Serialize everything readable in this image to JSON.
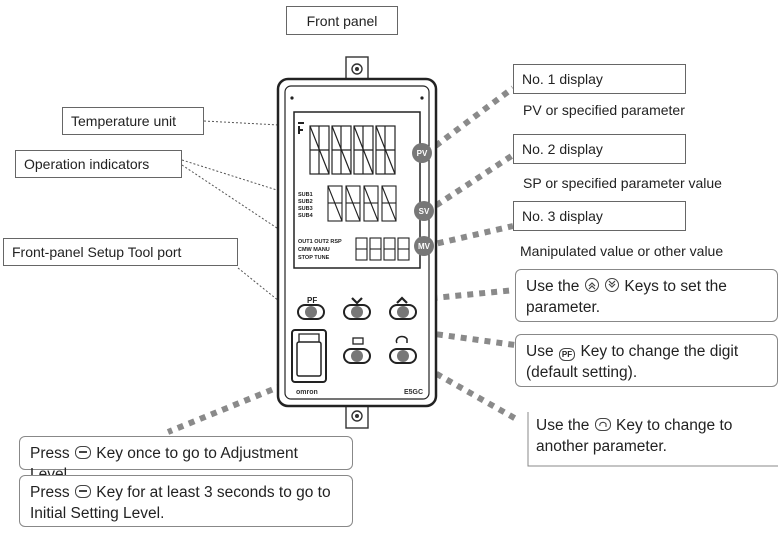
{
  "title": "Front panel",
  "callouts": {
    "no1": {
      "label": "No. 1 display",
      "desc": "PV or specified parameter"
    },
    "no2": {
      "label": "No. 2 display",
      "desc": "SP or specified parameter value"
    },
    "no3": {
      "label": "No. 3 display",
      "desc": "Manipulated value or other value"
    },
    "temp_unit": "Temperature unit",
    "op_indicators": "Operation indicators",
    "setup_port": "Front-panel Setup Tool port"
  },
  "notes": {
    "updown_a": "Use the",
    "updown_b": "Keys to set the parameter.",
    "pf_a": "Use",
    "pf_key": "PF",
    "pf_b": "Key to change the digit (default setting).",
    "mode_a": "Use the",
    "mode_b": "Key to change to another parameter.",
    "adj_a": "Press",
    "adj_b": "Key once to go to Adjustment Level.",
    "init_a": "Press",
    "init_b": "Key for at least 3 seconds to go to Initial Setting Level."
  },
  "device": {
    "label_pv": "PV",
    "label_sv": "SV",
    "label_mv": "MV",
    "sub_labels": [
      "SUB1",
      "SUB2",
      "SUB3",
      "SUB4"
    ],
    "status_row1": "OUT1 OUT2 RSP",
    "status_row2": "CMW MANU",
    "status_row3": "STOP TUNE",
    "brand": "omron",
    "model": "E5GC",
    "pf_key_label": "PF"
  }
}
